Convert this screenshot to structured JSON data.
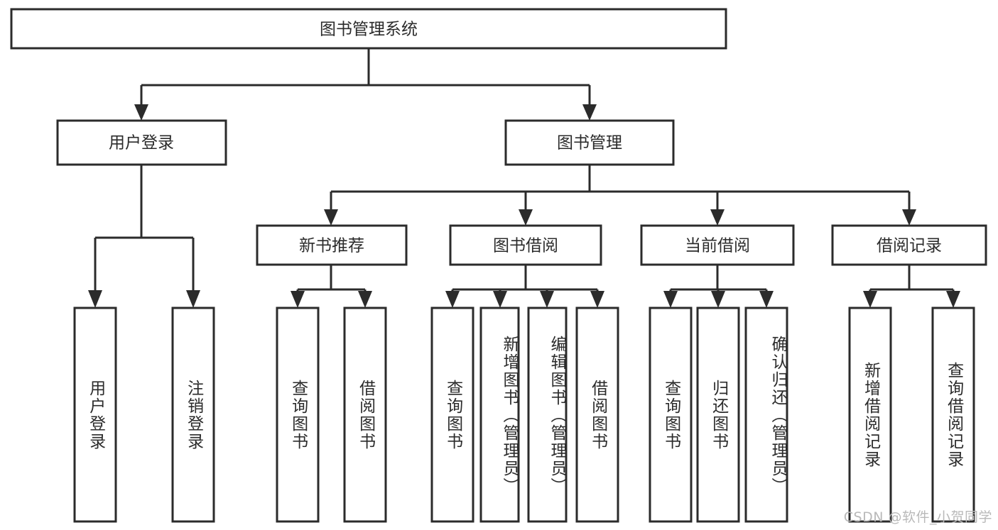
{
  "diagram": {
    "type": "hierarchy-tree",
    "title": "图书管理系统",
    "watermark": "CSDN @软件_小贺同学",
    "colors": {
      "stroke": "#2b2b2b",
      "fill": "#ffffff",
      "background": "#ffffff",
      "watermark": "#b9b9b9"
    },
    "root": {
      "label": "图书管理系统"
    },
    "level1": [
      {
        "label": "用户登录"
      },
      {
        "label": "图书管理"
      }
    ],
    "level2": [
      {
        "label": "新书推荐"
      },
      {
        "label": "图书借阅"
      },
      {
        "label": "当前借阅"
      },
      {
        "label": "借阅记录"
      }
    ],
    "leaves": {
      "user_login": [
        {
          "label": "用户登录"
        },
        {
          "label": "注销登录"
        }
      ],
      "new_book_recommend": [
        {
          "label": "查询图书"
        },
        {
          "label": "借阅图书"
        }
      ],
      "book_borrow": [
        {
          "label": "查询图书"
        },
        {
          "label": "新增图书（管理员）"
        },
        {
          "label": "编辑图书（管理员）"
        },
        {
          "label": "借阅图书"
        }
      ],
      "current_borrow": [
        {
          "label": "查询图书"
        },
        {
          "label": "归还图书"
        },
        {
          "label": "确认归还（管理员）"
        }
      ],
      "borrow_record": [
        {
          "label": "新增借阅记录"
        },
        {
          "label": "查询借阅记录"
        }
      ]
    }
  }
}
